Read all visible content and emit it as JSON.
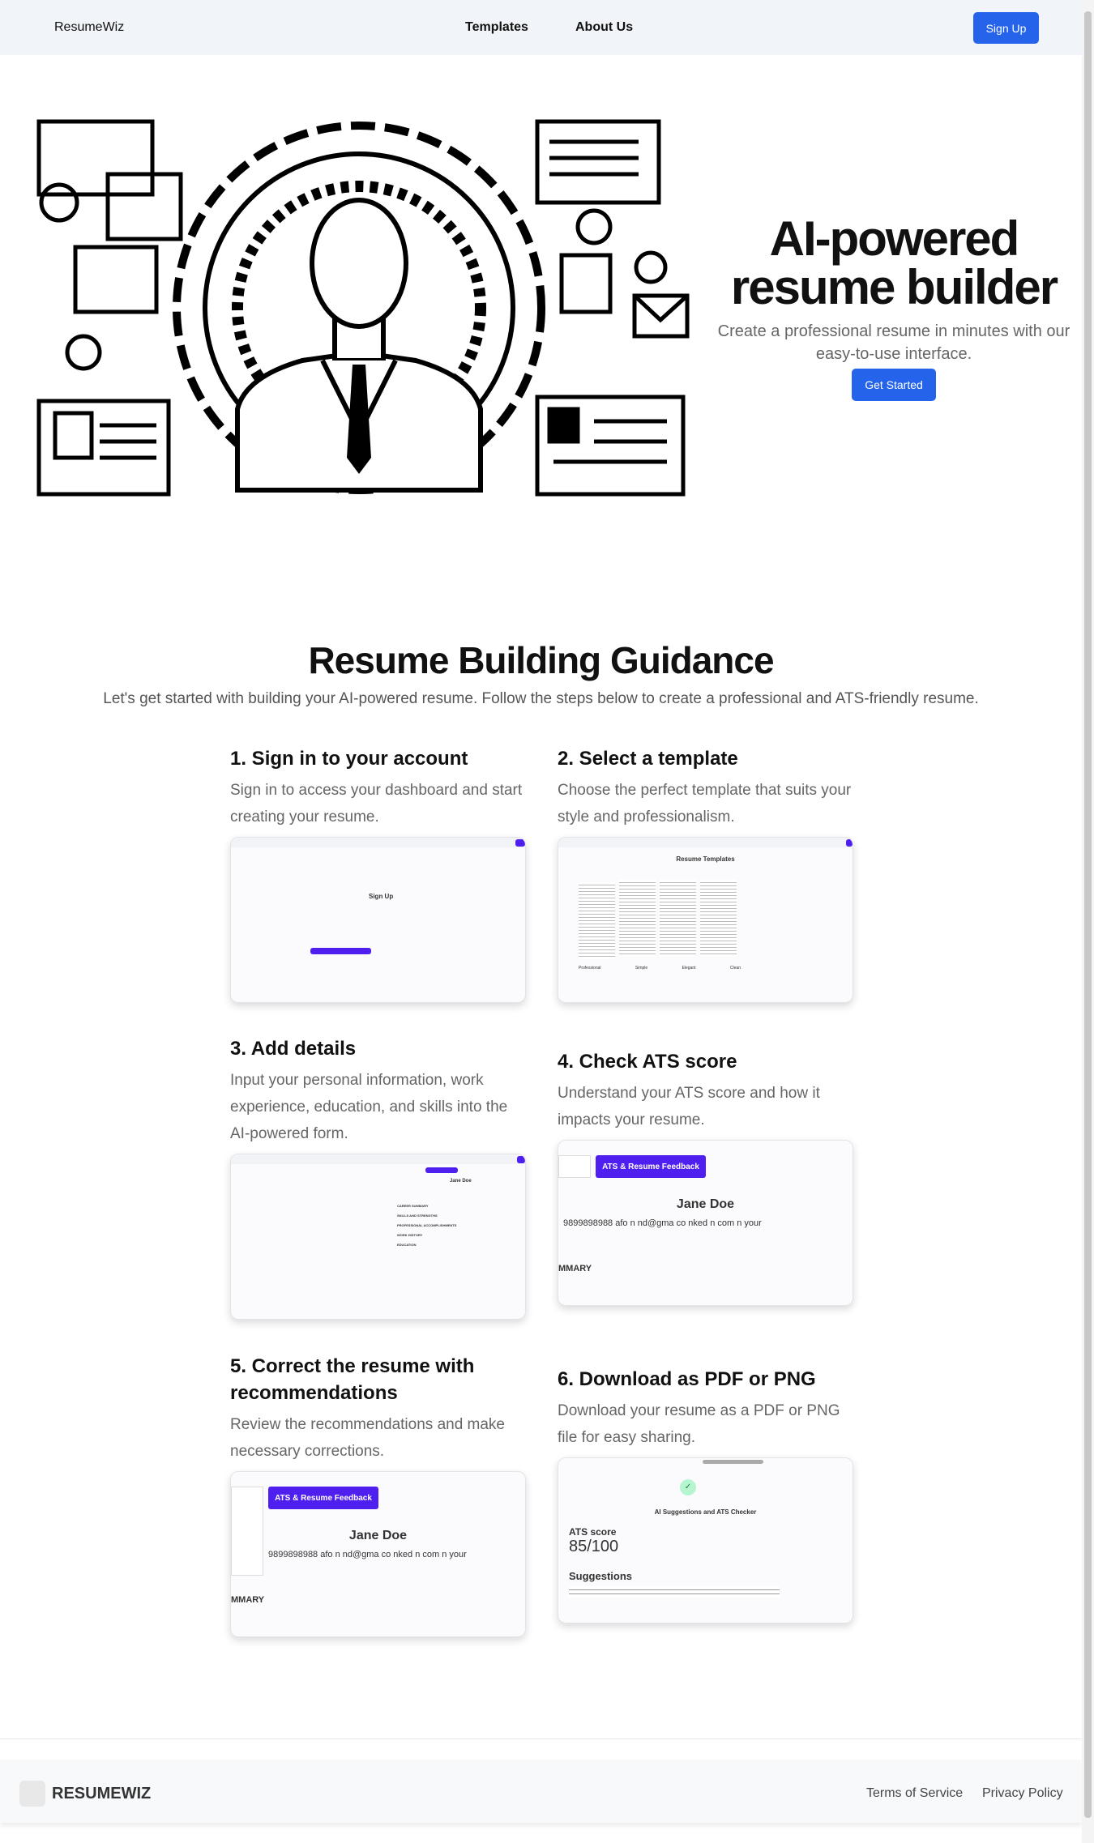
{
  "header": {
    "logo": "ResumeWiz",
    "nav": [
      "Templates",
      "About Us"
    ],
    "signup": "Sign Up"
  },
  "hero": {
    "title_line1": "AI-powered",
    "title_line2": "resume builder",
    "subtitle": "Create a professional resume in minutes with our easy-to-use interface.",
    "cta": "Get Started"
  },
  "guidance": {
    "title": "Resume Building Guidance",
    "subtitle": "Let's get started with building your AI-powered resume. Follow the steps below to create a professional and ATS-friendly resume.",
    "steps": [
      {
        "title": "1. Sign in to your account",
        "desc": "Sign in to access your dashboard and start creating your resume."
      },
      {
        "title": "2. Select a template",
        "desc": "Choose the perfect template that suits your style and professionalism."
      },
      {
        "title": "3. Add details",
        "desc": "Input your personal information, work experience, education, and skills into the AI-powered form."
      },
      {
        "title": "4. Check ATS score",
        "desc": "Understand your ATS score and how it impacts your resume."
      },
      {
        "title": "5. Correct the resume with recommendations",
        "desc": "Review the recommendations and make necessary corrections."
      },
      {
        "title": "6. Download as PDF or PNG",
        "desc": "Download your resume as a PDF or PNG file for easy sharing."
      }
    ]
  },
  "shots": {
    "signup_heading": "Sign Up",
    "templates_heading": "Resume Templates",
    "template_names": [
      "Professional",
      "Simple",
      "Elegant",
      "Clean"
    ],
    "resume_name": "Jane Doe",
    "sections": [
      "CAREER SUMMARY",
      "SKILLS AND STRENGTHS",
      "PROFESSIONAL ACCOMPLISHMENTS",
      "WORK HISTORY",
      "EDUCATION"
    ],
    "feedback_btn": "ATS & Resume Feedback",
    "contact": "9899898988  afo n  nd@gma  co    nked n com  n your",
    "summary": "MMARY",
    "checker_title": "AI Suggestions and ATS Checker",
    "ats_label": "ATS score",
    "ats_score": "85/100",
    "suggestions": "Suggestions"
  },
  "footer": {
    "logo": "RESUMEWIZ",
    "links": [
      "Terms of Service",
      "Privacy Policy"
    ]
  }
}
